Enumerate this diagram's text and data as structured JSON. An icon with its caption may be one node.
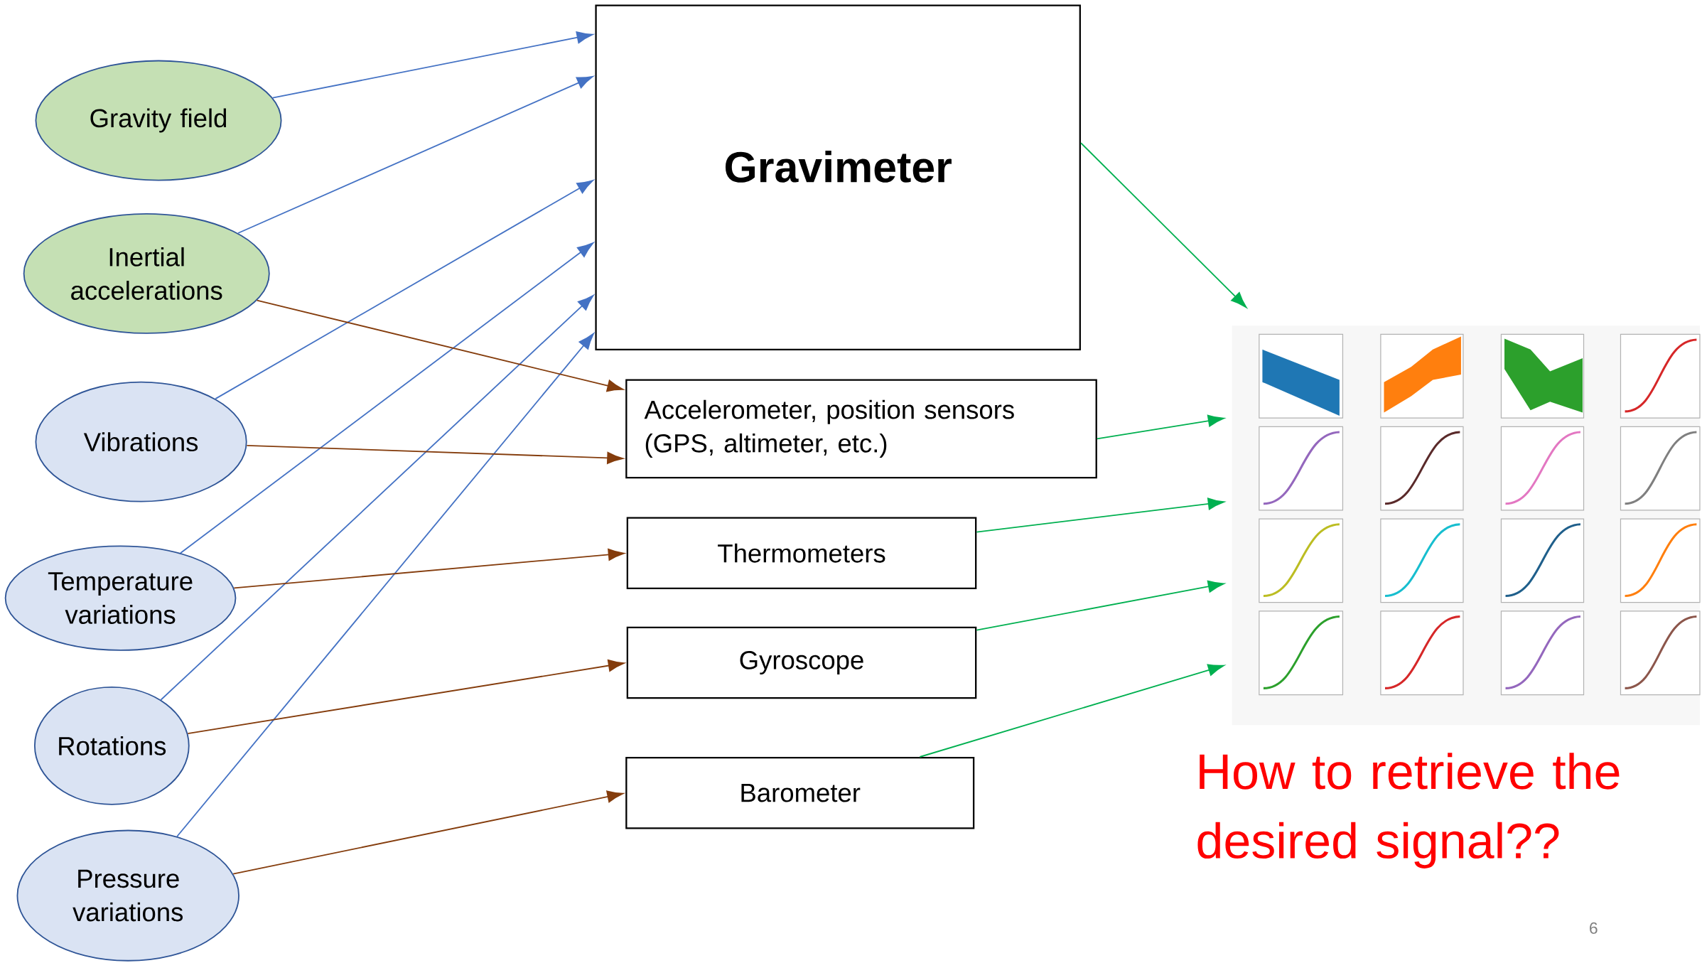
{
  "diagram": {
    "nodes": [
      {
        "text": [
          "Gravity field"
        ]
      },
      {
        "text": [
          "Inertial accelerations"
        ]
      },
      {
        "text": [
          "Vibrations"
        ]
      },
      {
        "text": [
          "Temperature variations"
        ]
      },
      {
        "text": [
          "Rotations"
        ]
      },
      {
        "text": [
          "Pressure variations"
        ]
      },
      {
        "text": [
          "Gravimeter"
        ]
      },
      {
        "text": [
          "Accelerometer, position sensors (GPS, altimeter, etc.)"
        ]
      },
      {
        "text": [
          "Thermometers"
        ]
      },
      {
        "text": [
          "Gyroscope"
        ]
      },
      {
        "text": [
          "Barometer"
        ]
      },
      {
        "text": [],
        "shape": "picture"
      }
    ],
    "edges": [
      {
        "from": 0,
        "to": 6,
        "arrow": "to",
        "color": "#4472c4"
      },
      {
        "from": 1,
        "to": 6,
        "arrow": "to",
        "color": "#4472c4"
      },
      {
        "from": 2,
        "to": 6,
        "arrow": "to",
        "color": "#4472c4"
      },
      {
        "from": 3,
        "to": 6,
        "arrow": "to",
        "color": "#4472c4"
      },
      {
        "from": 4,
        "to": 6,
        "arrow": "to",
        "color": "#4472c4"
      },
      {
        "from": 5,
        "to": 6,
        "arrow": "to",
        "color": "#4472c4"
      },
      {
        "from": 1,
        "to": 7,
        "arrow": "to",
        "color": "#843c0c"
      },
      {
        "from": 2,
        "to": 7,
        "arrow": "to",
        "color": "#843c0c"
      },
      {
        "from": 3,
        "to": 8,
        "arrow": "to",
        "color": "#843c0c"
      },
      {
        "from": 4,
        "to": 9,
        "arrow": "to",
        "color": "#843c0c"
      },
      {
        "from": 5,
        "to": 10,
        "arrow": "to",
        "color": "#843c0c"
      },
      {
        "from": 6,
        "to": 11,
        "arrow": "to",
        "color": "#00b050"
      },
      {
        "from": 7,
        "to": 11,
        "arrow": "to",
        "color": "#00b050"
      },
      {
        "from": 8,
        "to": 11,
        "arrow": "to",
        "color": "#00b050"
      },
      {
        "from": 9,
        "to": 11,
        "arrow": "to",
        "color": "#00b050"
      },
      {
        "from": 10,
        "to": 11,
        "arrow": "to",
        "color": "#00b050"
      }
    ],
    "labels": [
      "How to retrieve the desired signal??",
      "6"
    ]
  }
}
